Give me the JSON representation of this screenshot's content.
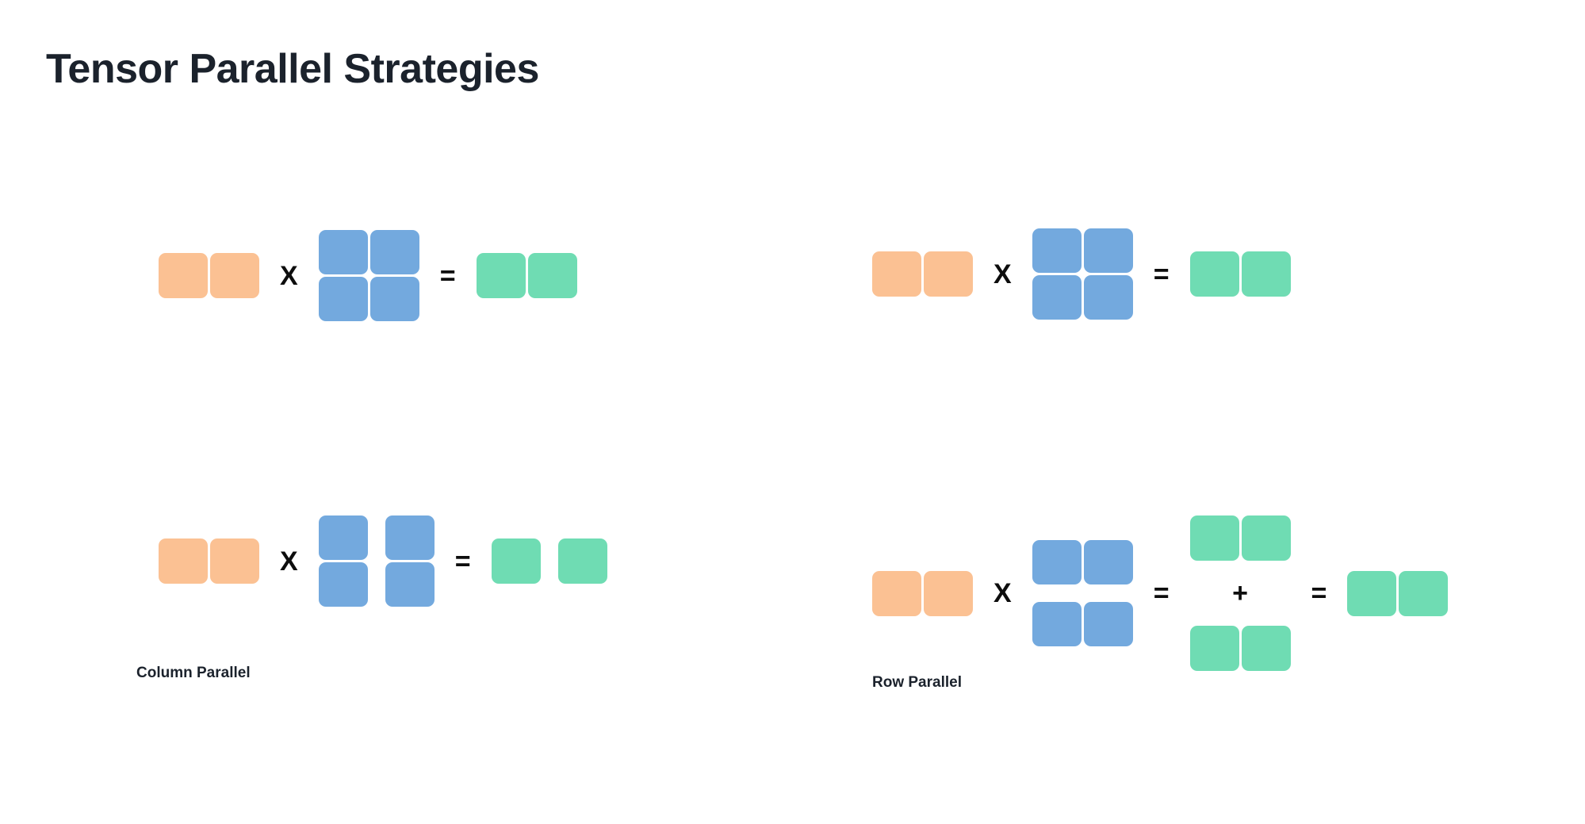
{
  "title": "Tensor Parallel Strategies",
  "colors": {
    "background": "#ffffff",
    "title_text": "#1b222c",
    "input_orange": "#fbc193",
    "weight_blue": "#73a9de",
    "output_green": "#6fdcb3",
    "operator_black": "#0d0d0d"
  },
  "operators": {
    "multiply": "X",
    "equals": "=",
    "plus": "+"
  },
  "panels": {
    "top_left": {
      "name": "unsharded-column-parallel-reference",
      "input": {
        "color": "orange",
        "rows": 1,
        "cols": 2,
        "split": "none"
      },
      "weight": {
        "color": "blue",
        "rows": 2,
        "cols": 2,
        "split": "none"
      },
      "output": {
        "color": "green",
        "rows": 1,
        "cols": 2,
        "split": "none"
      }
    },
    "top_right": {
      "name": "unsharded-row-parallel-reference",
      "input": {
        "color": "orange",
        "rows": 1,
        "cols": 2,
        "split": "none"
      },
      "weight": {
        "color": "blue",
        "rows": 2,
        "cols": 2,
        "split": "none"
      },
      "output": {
        "color": "green",
        "rows": 1,
        "cols": 2,
        "split": "none"
      }
    },
    "bottom_left": {
      "name": "column-parallel",
      "caption": "Column Parallel",
      "input": {
        "color": "orange",
        "rows": 1,
        "cols": 2,
        "split": "none"
      },
      "weight": {
        "color": "blue",
        "rows": 2,
        "cols": 2,
        "split": "columns"
      },
      "output": {
        "color": "green",
        "rows": 1,
        "cols": 2,
        "split": "columns"
      }
    },
    "bottom_right": {
      "name": "row-parallel",
      "caption": "Row Parallel",
      "input": {
        "color": "orange",
        "rows": 1,
        "cols": 2,
        "split": "columns"
      },
      "weight": {
        "color": "blue",
        "rows": 2,
        "cols": 2,
        "split": "rows"
      },
      "partial_a": {
        "color": "green",
        "rows": 1,
        "cols": 2,
        "split": "none"
      },
      "partial_b": {
        "color": "green",
        "rows": 1,
        "cols": 2,
        "split": "none"
      },
      "output": {
        "color": "green",
        "rows": 1,
        "cols": 2,
        "split": "none"
      }
    }
  }
}
